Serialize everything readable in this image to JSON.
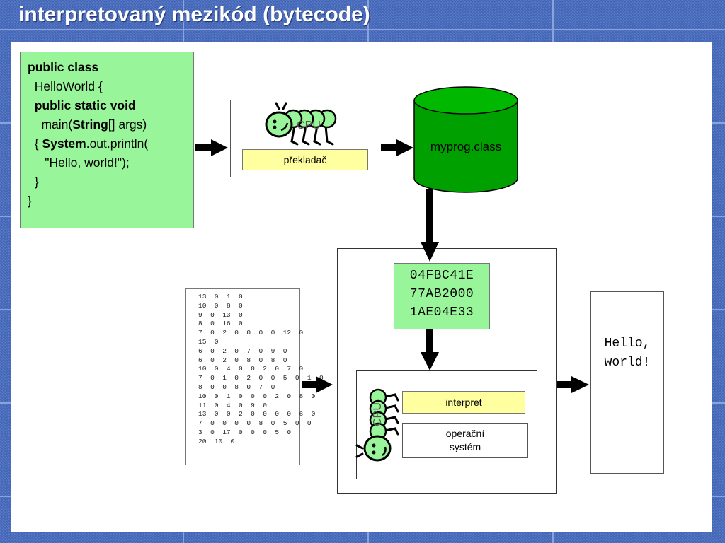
{
  "title": "interpretovaný mezikód (bytecode)",
  "source_code": {
    "lines": [
      [
        {
          "t": "public class",
          "b": true
        }
      ],
      [
        {
          "t": "  HelloWorld {",
          "b": false
        }
      ],
      [
        {
          "t": "  ",
          "b": false
        },
        {
          "t": "public static void",
          "b": true
        }
      ],
      [
        {
          "t": "    main(",
          "b": false
        },
        {
          "t": "String",
          "b": true
        },
        {
          "t": "[] args)",
          "b": false
        }
      ],
      [
        {
          "t": "  { ",
          "b": false
        },
        {
          "t": "System",
          "b": true
        },
        {
          "t": ".out.println(",
          "b": false
        }
      ],
      [
        {
          "t": "     \"Hello, world!\");",
          "b": false
        }
      ],
      [
        {
          "t": "  }",
          "b": false
        }
      ],
      [
        {
          "t": "}",
          "b": false
        }
      ]
    ]
  },
  "compiler": {
    "cpu_label": "CPU",
    "label": "překladač"
  },
  "class_file": {
    "label": "myprog.class"
  },
  "machine_code": {
    "lines": [
      "04FBC41E",
      "77AB2000",
      "1AE04E33"
    ]
  },
  "bytecode": {
    "lines": [
      "13  0  1  0",
      "10  0  8  0",
      "9  0  13  0",
      "8  0  16  0",
      "7  0  2  0  0  0  0  12  0",
      "15  0",
      "6  0  2  0  7  0  9  0",
      "6  0  2  0  8  0  8  0",
      "10  0  4  0  0  2  0  7  0",
      "7  0  1  0  2  0  0  5  0  1  0",
      "8  0  0  8  0  7  0",
      "10  0  1  0  0  0  2  0  8  0",
      "11  0  4  0  9  0",
      "13  0  0  2  0  0  0  0  6  0",
      "7  0  0  0  0  8  0  5  0  0",
      "3  0  17  0  0  0  5  0",
      "20  10  0"
    ]
  },
  "interpreter": {
    "cpu_label": "CPU",
    "interpret_label": "interpret",
    "os_line1": "operační",
    "os_line2": "systém"
  },
  "output": {
    "line1": "Hello,",
    "line2": "world!"
  },
  "colors": {
    "code_bg": "#99f599",
    "cylinder": "#00a000",
    "label_bg": "#ffffa0",
    "bug": "#99f599"
  }
}
